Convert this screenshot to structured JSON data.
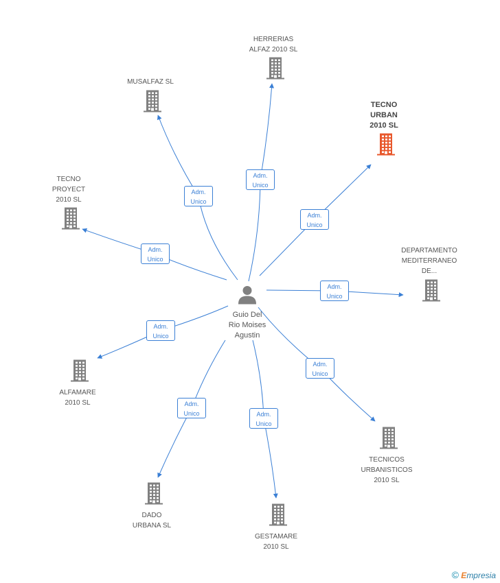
{
  "center": {
    "name": "Guio Del\nRio Moises\nAgustin"
  },
  "colors": {
    "edge": "#3a7fd5",
    "node": "#808080",
    "highlight": "#e8582c"
  },
  "companies": [
    {
      "id": "herrerias",
      "name": "HERRERIAS\nALFAZ 2010 SL",
      "role": "Adm.\nUnico",
      "highlight": false
    },
    {
      "id": "musalfaz",
      "name": "MUSALFAZ SL",
      "role": "Adm.\nUnico",
      "highlight": false
    },
    {
      "id": "tecno-urban",
      "name": "TECNO\nURBAN\n2010 SL",
      "role": "Adm.\nUnico",
      "highlight": true
    },
    {
      "id": "tecno-proyect",
      "name": "TECNO\nPROYECT\n2010 SL",
      "role": "Adm.\nUnico",
      "highlight": false
    },
    {
      "id": "departamento",
      "name": "DEPARTAMENTO\nMEDITERRANEO\nDE...",
      "role": "Adm.\nUnico",
      "highlight": false
    },
    {
      "id": "alfamare",
      "name": "ALFAMARE\n2010 SL",
      "role": "Adm.\nUnico",
      "highlight": false
    },
    {
      "id": "tecnicos",
      "name": "TECNICOS\nURBANISTICOS\n2010 SL",
      "role": "Adm.\nUnico",
      "highlight": false
    },
    {
      "id": "dado",
      "name": "DADO\nURBANA SL",
      "role": "Adm.\nUnico",
      "highlight": false
    },
    {
      "id": "gestamare",
      "name": "GESTAMARE\n2010 SL",
      "role": "Adm.\nUnico",
      "highlight": false
    }
  ],
  "footer": {
    "copyright": "©",
    "brand_first": "E",
    "brand_rest": "mpresia"
  }
}
